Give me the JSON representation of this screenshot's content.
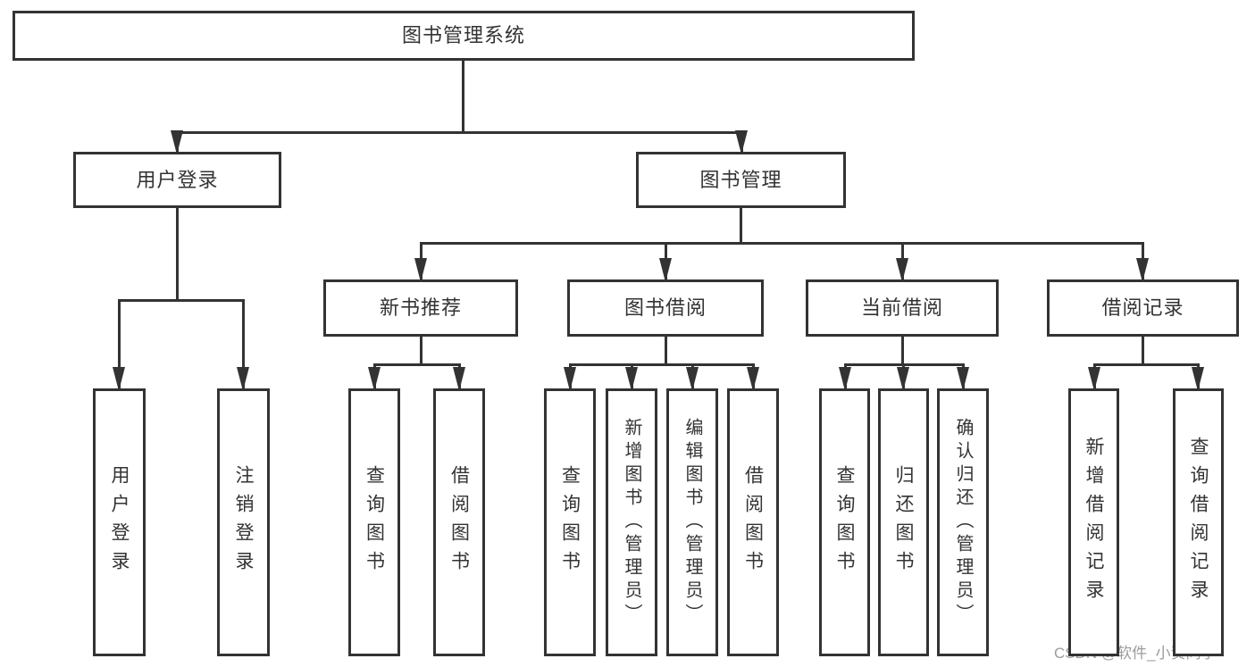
{
  "diagram": {
    "title": "图书管理系统",
    "colors": {
      "line": "#333333",
      "text": "#333333",
      "background": "#ffffff",
      "watermark": "#9c9c9c"
    },
    "nodes": [
      {
        "id": "root",
        "label": "图书管理系统"
      },
      {
        "id": "user-login",
        "label": "用户登录"
      },
      {
        "id": "book-management",
        "label": "图书管理"
      },
      {
        "id": "new-book-recommend",
        "label": "新书推荐"
      },
      {
        "id": "book-borrowing",
        "label": "图书借阅"
      },
      {
        "id": "current-borrowing",
        "label": "当前借阅"
      },
      {
        "id": "borrowing-records",
        "label": "借阅记录"
      },
      {
        "id": "user-login-leaf",
        "label": "用户登录"
      },
      {
        "id": "logout-leaf",
        "label": "注销登录"
      },
      {
        "id": "query-books-1",
        "label": "查询图书"
      },
      {
        "id": "borrow-books-1",
        "label": "借阅图书"
      },
      {
        "id": "query-books-2",
        "label": "查询图书"
      },
      {
        "id": "add-books-admin",
        "label": "新增图书（管理员）"
      },
      {
        "id": "edit-books-admin",
        "label": "编辑图书（管理员）"
      },
      {
        "id": "borrow-books-2",
        "label": "借阅图书"
      },
      {
        "id": "query-books-3",
        "label": "查询图书"
      },
      {
        "id": "return-books",
        "label": "归还图书"
      },
      {
        "id": "confirm-return-admin",
        "label": "确认归还（管理员）"
      },
      {
        "id": "add-borrow-record",
        "label": "新增借阅记录"
      },
      {
        "id": "query-borrow-record",
        "label": "查询借阅记录"
      }
    ],
    "edges": [
      {
        "from": "root",
        "to": [
          "user-login",
          "book-management"
        ]
      },
      {
        "from": "user-login",
        "to": [
          "user-login-leaf",
          "logout-leaf"
        ]
      },
      {
        "from": "book-management",
        "to": [
          "new-book-recommend",
          "book-borrowing",
          "current-borrowing",
          "borrowing-records"
        ]
      },
      {
        "from": "new-book-recommend",
        "to": [
          "query-books-1",
          "borrow-books-1"
        ]
      },
      {
        "from": "book-borrowing",
        "to": [
          "query-books-2",
          "add-books-admin",
          "edit-books-admin",
          "borrow-books-2"
        ]
      },
      {
        "from": "current-borrowing",
        "to": [
          "query-books-3",
          "return-books",
          "confirm-return-admin"
        ]
      },
      {
        "from": "borrowing-records",
        "to": [
          "add-borrow-record",
          "query-borrow-record"
        ]
      }
    ],
    "watermark": "CSDN @软件_小贺同学"
  }
}
